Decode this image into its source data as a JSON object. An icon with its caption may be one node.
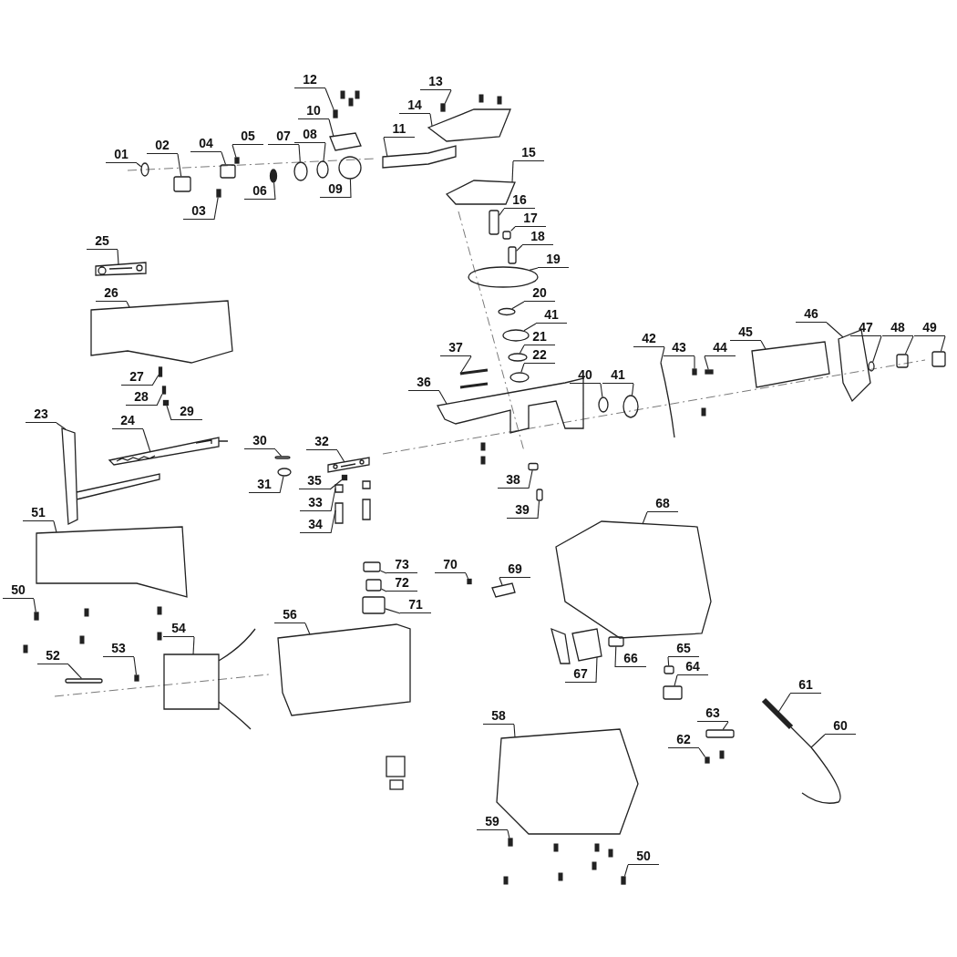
{
  "diagram": {
    "nodes": [
      {
        "text": [
          "01"
        ]
      },
      {
        "text": [
          "02"
        ]
      },
      {
        "text": [
          "03"
        ]
      },
      {
        "text": [
          "04"
        ]
      },
      {
        "text": [
          "05"
        ]
      },
      {
        "text": [
          "06"
        ]
      },
      {
        "text": [
          "07"
        ]
      },
      {
        "text": [
          "08"
        ]
      },
      {
        "text": [
          "09"
        ]
      },
      {
        "text": [
          "10"
        ]
      },
      {
        "text": [
          "11"
        ]
      },
      {
        "text": [
          "12"
        ]
      },
      {
        "text": [
          "13"
        ]
      },
      {
        "text": [
          "14"
        ]
      },
      {
        "text": [
          "15"
        ]
      },
      {
        "text": [
          "16"
        ]
      },
      {
        "text": [
          "17"
        ]
      },
      {
        "text": [
          "18"
        ]
      },
      {
        "text": [
          "19"
        ]
      },
      {
        "text": [
          "20"
        ]
      },
      {
        "text": [
          "21"
        ]
      },
      {
        "text": [
          "22"
        ]
      },
      {
        "text": [
          "23"
        ]
      },
      {
        "text": [
          "24"
        ]
      },
      {
        "text": [
          "25"
        ]
      },
      {
        "text": [
          "26"
        ]
      },
      {
        "text": [
          "27"
        ]
      },
      {
        "text": [
          "28"
        ]
      },
      {
        "text": [
          "29"
        ]
      },
      {
        "text": [
          "30"
        ]
      },
      {
        "text": [
          "31"
        ]
      },
      {
        "text": [
          "32"
        ]
      },
      {
        "text": [
          "33"
        ]
      },
      {
        "text": [
          "34"
        ]
      },
      {
        "text": [
          "35"
        ]
      },
      {
        "text": [
          "36"
        ]
      },
      {
        "text": [
          "37"
        ]
      },
      {
        "text": [
          "38"
        ]
      },
      {
        "text": [
          "39"
        ]
      },
      {
        "text": [
          "40"
        ]
      },
      {
        "text": [
          "41"
        ]
      },
      {
        "text": [
          "41"
        ]
      },
      {
        "text": [
          "42"
        ]
      },
      {
        "text": [
          "43"
        ]
      },
      {
        "text": [
          "44"
        ]
      },
      {
        "text": [
          "45"
        ]
      },
      {
        "text": [
          "46"
        ]
      },
      {
        "text": [
          "47"
        ]
      },
      {
        "text": [
          "48"
        ]
      },
      {
        "text": [
          "49"
        ]
      },
      {
        "text": [
          "50"
        ]
      },
      {
        "text": [
          "50"
        ]
      },
      {
        "text": [
          "51"
        ]
      },
      {
        "text": [
          "52"
        ]
      },
      {
        "text": [
          "53"
        ]
      },
      {
        "text": [
          "54"
        ]
      },
      {
        "text": [
          "56"
        ]
      },
      {
        "text": [
          "58"
        ]
      },
      {
        "text": [
          "59"
        ]
      },
      {
        "text": [
          "60"
        ]
      },
      {
        "text": [
          "61"
        ]
      },
      {
        "text": [
          "62"
        ]
      },
      {
        "text": [
          "63"
        ]
      },
      {
        "text": [
          "64"
        ]
      },
      {
        "text": [
          "65"
        ]
      },
      {
        "text": [
          "66"
        ]
      },
      {
        "text": [
          "67"
        ]
      },
      {
        "text": [
          "68"
        ]
      },
      {
        "text": [
          "69"
        ]
      },
      {
        "text": [
          "70"
        ]
      },
      {
        "text": [
          "71"
        ]
      },
      {
        "text": [
          "72"
        ]
      },
      {
        "text": [
          "73"
        ]
      },
      {
        "text": [],
        "shape": "circle"
      },
      {
        "text": [],
        "shape": "box"
      },
      {
        "text": [],
        "shape": "box"
      },
      {
        "text": [],
        "shape": "box"
      },
      {
        "text": [],
        "shape": "box"
      },
      {
        "text": [],
        "shape": "circle"
      },
      {
        "text": [],
        "shape": "circle"
      },
      {
        "text": [],
        "shape": "circle"
      },
      {
        "text": [],
        "shape": "circle"
      },
      {
        "text": [],
        "shape": "picture"
      },
      {
        "text": [],
        "shape": "picture"
      },
      {
        "text": [],
        "shape": "box"
      },
      {
        "text": [],
        "shape": "box"
      },
      {
        "text": [],
        "shape": "picture"
      },
      {
        "text": [],
        "shape": "picture"
      },
      {
        "text": [],
        "shape": "box"
      },
      {
        "text": [],
        "shape": "box"
      },
      {
        "text": [],
        "shape": "box"
      },
      {
        "text": [],
        "shape": "circle"
      },
      {
        "text": [],
        "shape": "circle"
      },
      {
        "text": [],
        "shape": "circle"
      },
      {
        "text": [],
        "shape": "circle"
      },
      {
        "text": [],
        "shape": "picture"
      },
      {
        "text": [],
        "shape": "picture"
      },
      {
        "text": [],
        "shape": "picture"
      },
      {
        "text": [],
        "shape": "picture"
      },
      {
        "text": [],
        "shape": "box"
      },
      {
        "text": [],
        "shape": "box"
      },
      {
        "text": [],
        "shape": "box"
      },
      {
        "text": [],
        "shape": "box"
      },
      {
        "text": [],
        "shape": "circle"
      },
      {
        "text": [],
        "shape": "picture"
      },
      {
        "text": [],
        "shape": "picture"
      },
      {
        "text": [],
        "shape": "picture"
      },
      {
        "text": [],
        "shape": "box"
      },
      {
        "text": [],
        "shape": "picture"
      },
      {
        "text": [],
        "shape": "picture"
      },
      {
        "text": [],
        "shape": "box"
      },
      {
        "text": [],
        "shape": "box"
      },
      {
        "text": [],
        "shape": "circle"
      },
      {
        "text": [],
        "shape": "circle"
      },
      {
        "text": [],
        "shape": "circle"
      },
      {
        "text": [],
        "shape": "picture"
      },
      {
        "text": [],
        "shape": "box"
      },
      {
        "text": [],
        "shape": "box"
      },
      {
        "text": [],
        "shape": "picture"
      },
      {
        "text": [],
        "shape": "picture"
      },
      {
        "text": [],
        "shape": "circle"
      },
      {
        "text": [],
        "shape": "box"
      },
      {
        "text": [],
        "shape": "box"
      },
      {
        "text": [],
        "shape": "box"
      },
      {
        "text": [],
        "shape": "box"
      },
      {
        "text": [],
        "shape": "picture"
      },
      {
        "text": [],
        "shape": "box"
      },
      {
        "text": [],
        "shape": "box"
      },
      {
        "text": [],
        "shape": "picture"
      },
      {
        "text": [],
        "shape": "picture"
      },
      {
        "text": [],
        "shape": "picture"
      },
      {
        "text": [],
        "shape": "box"
      },
      {
        "text": [],
        "shape": "picture"
      },
      {
        "text": [],
        "shape": "picture"
      },
      {
        "text": [],
        "shape": "box"
      },
      {
        "text": [],
        "shape": "box"
      },
      {
        "text": [],
        "shape": "box"
      },
      {
        "text": [],
        "shape": "box"
      },
      {
        "text": [],
        "shape": "box"
      },
      {
        "text": [],
        "shape": "picture"
      },
      {
        "text": [],
        "shape": "picture"
      },
      {
        "text": [],
        "shape": "picture"
      },
      {
        "text": [],
        "shape": "box"
      },
      {
        "text": [],
        "shape": "box"
      },
      {
        "text": [],
        "shape": "box"
      },
      {
        "text": [],
        "shape": "box"
      }
    ],
    "edges": [
      {
        "from": 0,
        "to": 73,
        "arrow": "none"
      },
      {
        "from": 1,
        "to": 74,
        "arrow": "none"
      },
      {
        "from": 2,
        "to": 75,
        "arrow": "none"
      },
      {
        "from": 3,
        "to": 76,
        "arrow": "none"
      },
      {
        "from": 4,
        "to": 77,
        "arrow": "none"
      },
      {
        "from": 5,
        "to": 78,
        "arrow": "none"
      },
      {
        "from": 6,
        "to": 79,
        "arrow": "none"
      },
      {
        "from": 7,
        "to": 80,
        "arrow": "none"
      },
      {
        "from": 8,
        "to": 81,
        "arrow": "none"
      },
      {
        "from": 9,
        "to": 82,
        "arrow": "none"
      },
      {
        "from": 10,
        "to": 83,
        "arrow": "none"
      },
      {
        "from": 11,
        "to": 84,
        "arrow": "none"
      },
      {
        "from": 12,
        "to": 85,
        "arrow": "none"
      },
      {
        "from": 13,
        "to": 86,
        "arrow": "none"
      },
      {
        "from": 14,
        "to": 87,
        "arrow": "none"
      },
      {
        "from": 15,
        "to": 88,
        "arrow": "none"
      },
      {
        "from": 16,
        "to": 89,
        "arrow": "none"
      },
      {
        "from": 17,
        "to": 90,
        "arrow": "none"
      },
      {
        "from": 18,
        "to": 91,
        "arrow": "none"
      },
      {
        "from": 19,
        "to": 92,
        "arrow": "none"
      },
      {
        "from": 20,
        "to": 93,
        "arrow": "none"
      },
      {
        "from": 21,
        "to": 94,
        "arrow": "none"
      },
      {
        "from": 22,
        "to": 95,
        "arrow": "none"
      },
      {
        "from": 23,
        "to": 96,
        "arrow": "none"
      },
      {
        "from": 24,
        "to": 97,
        "arrow": "none"
      },
      {
        "from": 25,
        "to": 98,
        "arrow": "none"
      },
      {
        "from": 26,
        "to": 99,
        "arrow": "none"
      },
      {
        "from": 27,
        "to": 100,
        "arrow": "none"
      },
      {
        "from": 28,
        "to": 101,
        "arrow": "none"
      },
      {
        "from": 29,
        "to": 102,
        "arrow": "none"
      },
      {
        "from": 30,
        "to": 103,
        "arrow": "none"
      },
      {
        "from": 31,
        "to": 104,
        "arrow": "none"
      },
      {
        "from": 32,
        "to": 105,
        "arrow": "none"
      },
      {
        "from": 33,
        "to": 106,
        "arrow": "none"
      },
      {
        "from": 34,
        "to": 107,
        "arrow": "none"
      },
      {
        "from": 35,
        "to": 108,
        "arrow": "none"
      },
      {
        "from": 36,
        "to": 109,
        "arrow": "none"
      },
      {
        "from": 37,
        "to": 110,
        "arrow": "none"
      },
      {
        "from": 38,
        "to": 111,
        "arrow": "none"
      },
      {
        "from": 39,
        "to": 112,
        "arrow": "none"
      },
      {
        "from": 40,
        "to": 113,
        "arrow": "none"
      },
      {
        "from": 41,
        "to": 114,
        "arrow": "none"
      },
      {
        "from": 42,
        "to": 115,
        "arrow": "none"
      },
      {
        "from": 43,
        "to": 116,
        "arrow": "none"
      },
      {
        "from": 44,
        "to": 117,
        "arrow": "none"
      },
      {
        "from": 45,
        "to": 118,
        "arrow": "none"
      },
      {
        "from": 46,
        "to": 119,
        "arrow": "none"
      },
      {
        "from": 47,
        "to": 120,
        "arrow": "none"
      },
      {
        "from": 48,
        "to": 121,
        "arrow": "none"
      },
      {
        "from": 49,
        "to": 122,
        "arrow": "none"
      },
      {
        "from": 50,
        "to": 123,
        "arrow": "none"
      },
      {
        "from": 51,
        "to": 124,
        "arrow": "none"
      },
      {
        "from": 52,
        "to": 125,
        "arrow": "none"
      },
      {
        "from": 53,
        "to": 126,
        "arrow": "none"
      },
      {
        "from": 54,
        "to": 127,
        "arrow": "none"
      },
      {
        "from": 55,
        "to": 128,
        "arrow": "none"
      },
      {
        "from": 56,
        "to": 129,
        "arrow": "none"
      },
      {
        "from": 57,
        "to": 130,
        "arrow": "none"
      },
      {
        "from": 58,
        "to": 131,
        "arrow": "none"
      },
      {
        "from": 59,
        "to": 132,
        "arrow": "none"
      },
      {
        "from": 60,
        "to": 133,
        "arrow": "none"
      },
      {
        "from": 61,
        "to": 134,
        "arrow": "none"
      },
      {
        "from": 62,
        "to": 135,
        "arrow": "none"
      },
      {
        "from": 63,
        "to": 136,
        "arrow": "none"
      },
      {
        "from": 64,
        "to": 137,
        "arrow": "none"
      },
      {
        "from": 65,
        "to": 138,
        "arrow": "none"
      },
      {
        "from": 66,
        "to": 139,
        "arrow": "none"
      },
      {
        "from": 67,
        "to": 140,
        "arrow": "none"
      },
      {
        "from": 68,
        "to": 141,
        "arrow": "none"
      },
      {
        "from": 69,
        "to": 142,
        "arrow": "none"
      },
      {
        "from": 70,
        "to": 143,
        "arrow": "none"
      },
      {
        "from": 71,
        "to": 144,
        "arrow": "none"
      },
      {
        "from": 72,
        "to": 145,
        "arrow": "none"
      }
    ]
  }
}
